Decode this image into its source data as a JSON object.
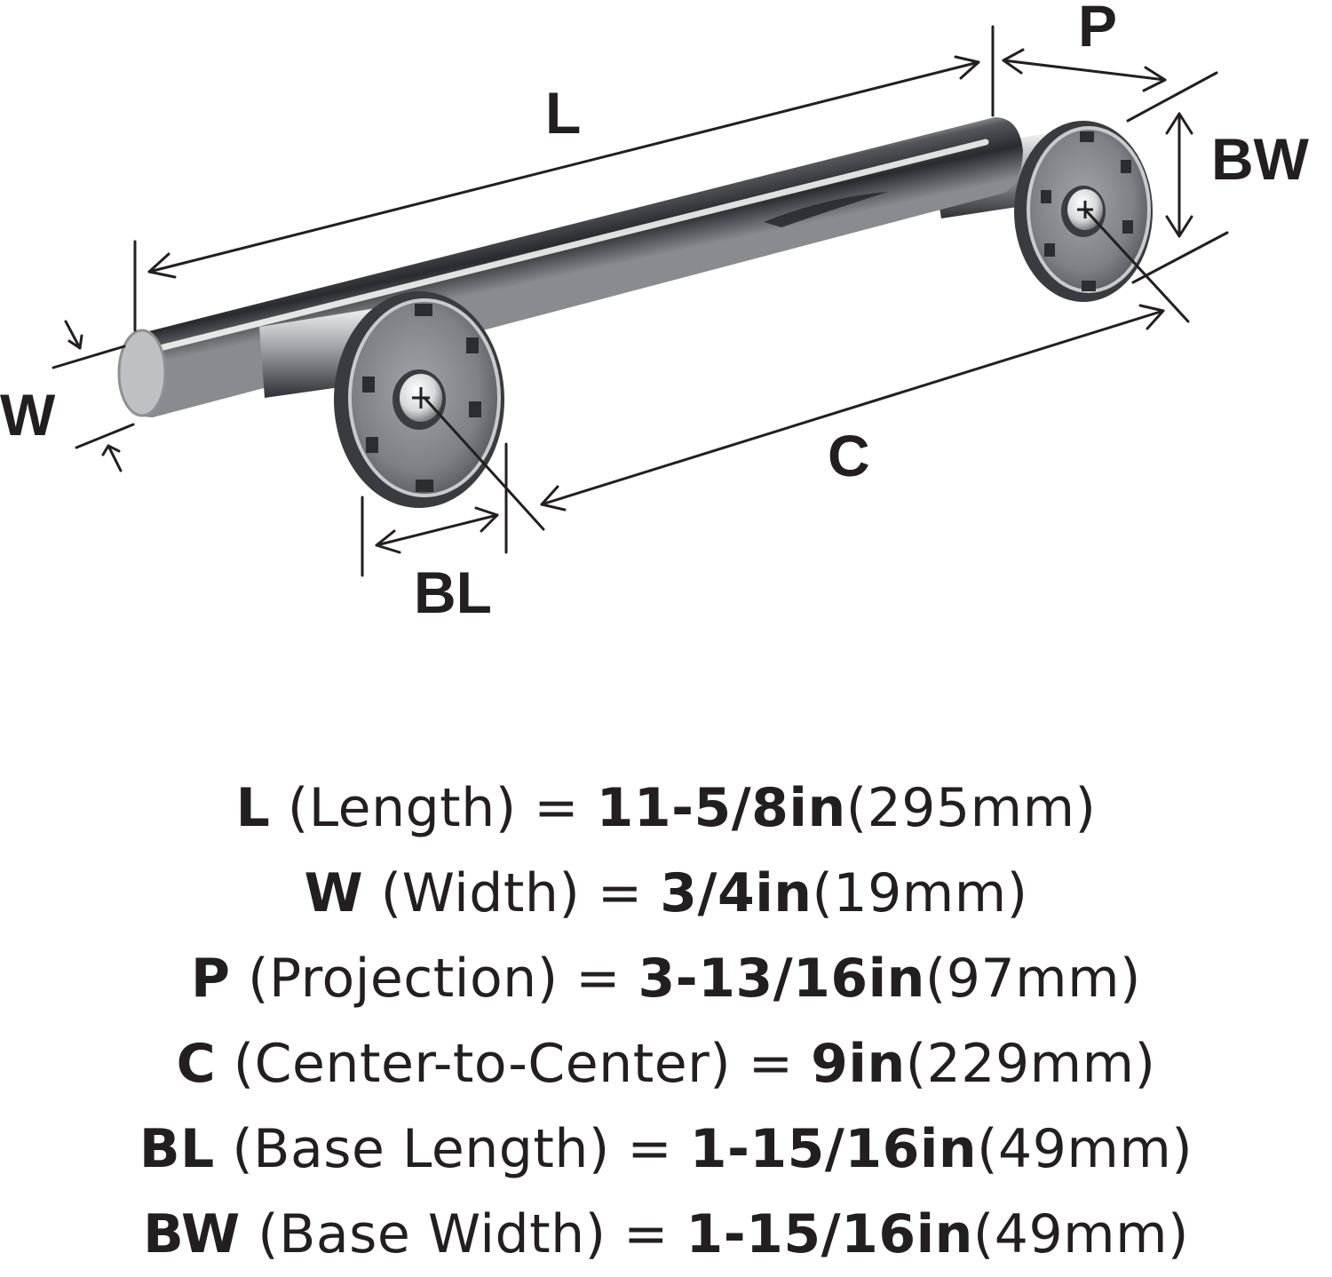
{
  "diagram": {
    "labels": {
      "length": "L",
      "projection": "P",
      "base_width": "BW",
      "width": "W",
      "center_to_center": "C",
      "base_length": "BL"
    }
  },
  "specs": [
    {
      "symbol": "L",
      "description": "(Length)",
      "equals": "=",
      "imperial": "11-5/8in",
      "metric": "(295mm)"
    },
    {
      "symbol": "W",
      "description": "(Width)",
      "equals": "=",
      "imperial": "3/4in",
      "metric": "(19mm)"
    },
    {
      "symbol": "P",
      "description": "(Projection)",
      "equals": "=",
      "imperial": "3-13/16in",
      "metric": "(97mm)"
    },
    {
      "symbol": "C",
      "description": "(Center-to-Center)",
      "equals": "=",
      "imperial": "9in",
      "metric": "(229mm)"
    },
    {
      "symbol": "BL",
      "description": "(Base Length)",
      "equals": "=",
      "imperial": "1-15/16in",
      "metric": "(49mm)"
    },
    {
      "symbol": "BW",
      "description": "(Base Width)",
      "equals": "=",
      "imperial": "1-15/16in",
      "metric": "(49mm)"
    }
  ],
  "colors": {
    "ink": "#231f20",
    "chrome_light": "#f4f4f5",
    "chrome_mid": "#b9bbbf",
    "chrome_dark": "#3c3d42",
    "base_inner": "#8d8e93"
  }
}
